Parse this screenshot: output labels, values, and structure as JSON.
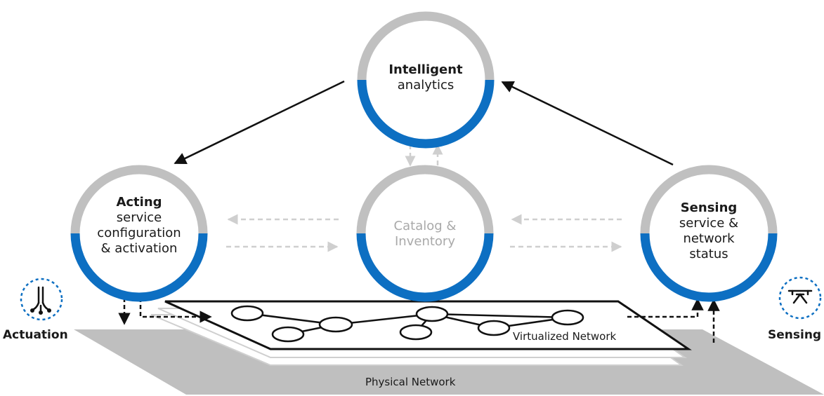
{
  "nodes": {
    "intelligent": {
      "title": "Intelligent",
      "subtitle": "analytics"
    },
    "acting": {
      "title": "Acting",
      "line1": "service",
      "line2": "configuration",
      "line3": "& activation"
    },
    "catalog": {
      "line1": "Catalog &",
      "line2": "Inventory"
    },
    "sensing": {
      "title": "Sensing",
      "line1": "service &",
      "line2": "network",
      "line3": "status"
    }
  },
  "side_labels": {
    "actuation": "Actuation",
    "sensing": "Sensing"
  },
  "planes": {
    "virtualized": "Virtualized Network",
    "physical": "Physical Network"
  },
  "icons": {
    "actuation": "actuation-icon",
    "sensing": "sensing-icon"
  },
  "colors": {
    "ring_blue": "#0d6fc2",
    "ring_grey": "#c0c0c0",
    "plane_grey": "#bfbfbf",
    "dashed_grey": "#cfcfcf",
    "arrow_black": "#111111"
  }
}
